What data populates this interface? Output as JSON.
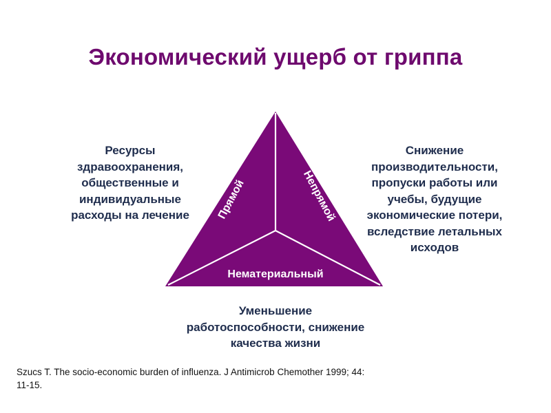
{
  "title": "Экономический ущерб от гриппа",
  "colors": {
    "title": "#6e0a6e",
    "triangle_fill": "#7a0a78",
    "divider_lines": "#ffffff",
    "description_text": "#1f2d4d",
    "citation_text": "#111111",
    "background": "#ffffff"
  },
  "triangle": {
    "segments": [
      {
        "id": "direct",
        "label": "Прямой"
      },
      {
        "id": "indirect",
        "label": "Непрямой"
      },
      {
        "id": "intangible",
        "label": "Нематериальный"
      }
    ]
  },
  "descriptions": {
    "direct": {
      "lines": [
        "Ресурсы",
        "здравоохранения,",
        "общественные и",
        "индивидуальные",
        "расходы на лечение"
      ]
    },
    "indirect": {
      "lines": [
        "Снижение",
        "производительности,",
        "пропуски работы или",
        "учебы, будущие",
        "экономические потери,",
        "вследствие летальных",
        "исходов"
      ]
    },
    "intangible": {
      "lines": [
        "Уменьшение",
        "работоспособности, снижение",
        "качества жизни"
      ]
    }
  },
  "citation": {
    "lines": [
      "Szucs T. The socio-economic burden of influenza. J Antimicrob Chemother 1999; 44:",
      "11-15."
    ]
  }
}
